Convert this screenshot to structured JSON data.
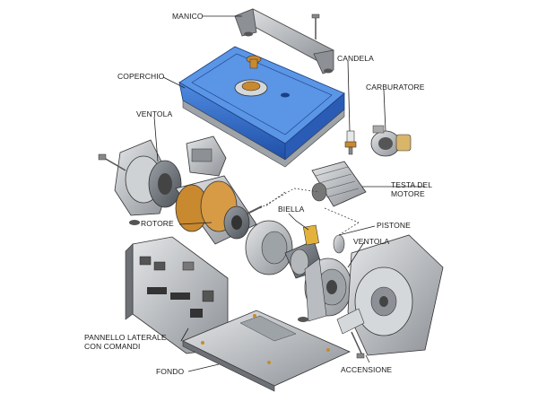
{
  "labels": {
    "manico": "MANICO",
    "coperchio": "COPERCHIO",
    "candela": "CANDELA",
    "carburatore": "CARBURATORE",
    "ventola_top": "VENTOLA",
    "testa_motore_1": "TESTA DEL",
    "testa_motore_2": "MOTORE",
    "biella": "BIELLA",
    "rotore": "ROTORE",
    "pistone": "PISTONE",
    "ventola_right": "VENTOLA",
    "pannello_1": "PANNELLO LATERALE",
    "pannello_2": "CON COMANDI",
    "fondo": "FONDO",
    "accensione": "ACCENSIONE"
  },
  "colors": {
    "tank_blue": "#2f6bc8",
    "metal_gray": "#b9bcc0",
    "copper": "#c9892f",
    "yellow": "#e3b23c",
    "line": "#222222"
  }
}
